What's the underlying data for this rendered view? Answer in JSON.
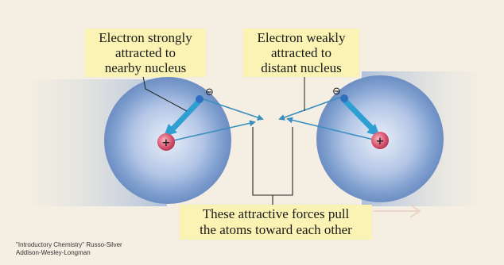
{
  "callouts": {
    "strong": [
      "Electron strongly",
      "attracted to",
      "nearby nucleus"
    ],
    "weak": [
      "Electron weakly",
      "attracted to",
      "distant nucleus"
    ],
    "forces": [
      "These attractive forces pull",
      "the atoms toward each other"
    ]
  },
  "symbols": {
    "nucleus_charge": "+",
    "electron_charge": "⊖"
  },
  "credit": {
    "line1": "\"Introductory Chemistry\" Russo-Silver",
    "line2": "Addison-Wesley-Longman"
  },
  "colors": {
    "background": "#f4efe2",
    "callout": "#fbf3b4",
    "atom_cloud": "#7f9fcf",
    "nucleus": "#e0607a",
    "electron": "#2e6fc0",
    "electron_arrow": "#2f9fd3",
    "force_line": "#3a8fc0"
  }
}
